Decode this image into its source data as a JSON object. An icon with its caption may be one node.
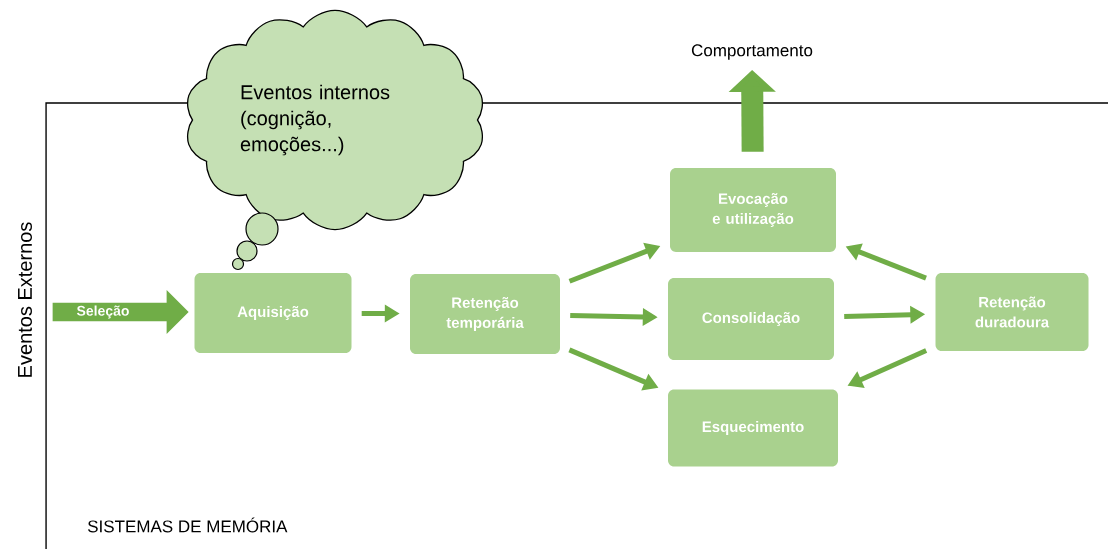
{
  "diagram": {
    "nodes": [
      {
        "text": [
          "Eventos internos (cognição, emoções...)"
        ]
      },
      {
        "text": [
          "Seleção"
        ]
      },
      {
        "text": [
          "Aquisição"
        ]
      },
      {
        "text": [
          "Retenção temporária"
        ]
      },
      {
        "text": [
          "Evocação e utilização"
        ]
      },
      {
        "text": [
          "Consolidação"
        ]
      },
      {
        "text": [
          "Esquecimento"
        ]
      },
      {
        "text": [
          "Retenção duradoura"
        ]
      },
      {
        "text": [
          "Comportamento"
        ]
      }
    ],
    "edges": [
      {
        "from": 2,
        "to": 3,
        "arrow": "to"
      },
      {
        "from": 3,
        "to": 4,
        "arrow": "to"
      },
      {
        "from": 3,
        "to": 5,
        "arrow": "to"
      },
      {
        "from": 3,
        "to": 6,
        "arrow": "to"
      },
      {
        "from": 5,
        "to": 7,
        "arrow": "to"
      },
      {
        "from": 7,
        "to": 4,
        "arrow": "to"
      },
      {
        "from": 7,
        "to": 6,
        "arrow": "to"
      },
      {
        "from": 4,
        "to": 8,
        "arrow": "to",
        "style": "thick"
      }
    ],
    "labels": [
      "Eventos Externos",
      "SISTEMAS DE MEMÓRIA"
    ]
  }
}
